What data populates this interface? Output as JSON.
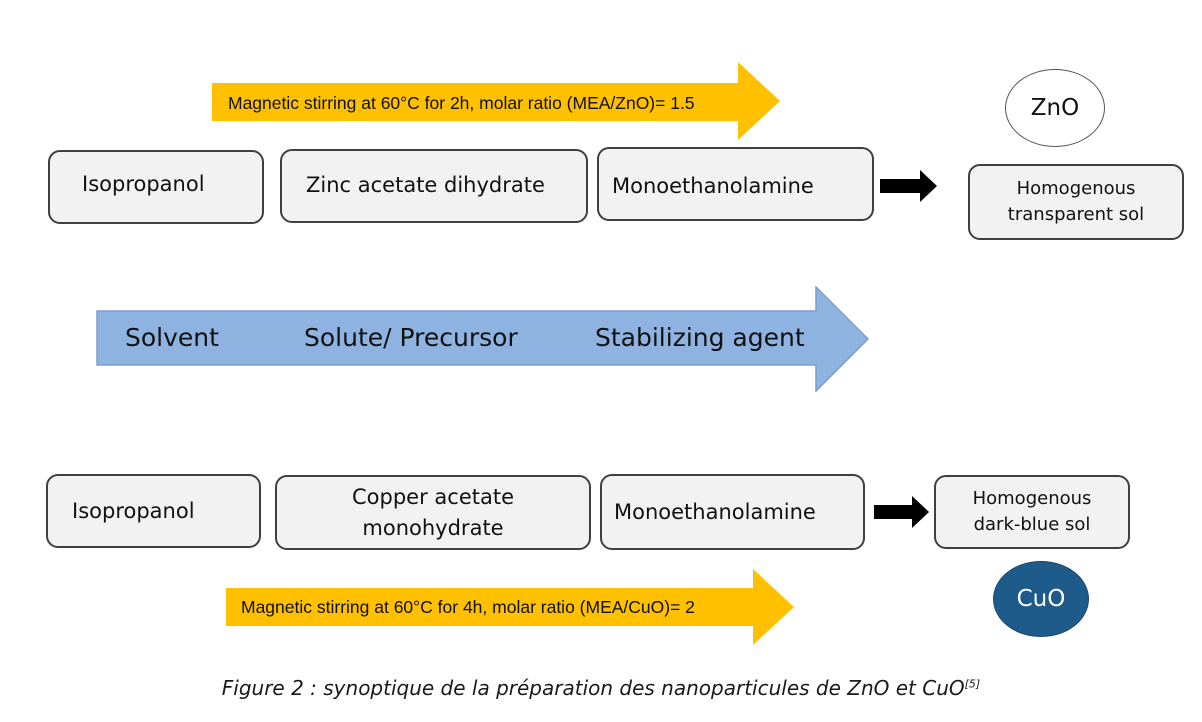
{
  "zno_route": {
    "stirring_label": "Magnetic stirring at 60°C for 2h, molar ratio (MEA/ZnO)= 1.5",
    "solvent": "Isopropanol",
    "solute": "Zinc acetate dihydrate",
    "stabilizer": "Monoethanolamine",
    "result": "Homogenous transparent sol",
    "product": "ZnO"
  },
  "stages": {
    "solvent": "Solvent",
    "solute": "Solute/ Precursor",
    "stabilizer": "Stabilizing agent"
  },
  "cuo_route": {
    "solvent": "Isopropanol",
    "solute": "Copper acetate monohydrate",
    "stabilizer": "Monoethanolamine",
    "result": "Homogenous dark-blue sol",
    "stirring_label": "Magnetic stirring at 60°C for 4h, molar ratio (MEA/CuO)= 2",
    "product": "CuO"
  },
  "caption": {
    "text": "Figure 2 : synoptique de la préparation des nanoparticules de ZnO et CuO",
    "ref": "[5]"
  },
  "colors": {
    "stirring_arrow": "#ffc000",
    "stage_arrow": "#8fb3e0",
    "box_fill": "#f2f2f2",
    "cuo_circle": "#1f5b8a"
  }
}
